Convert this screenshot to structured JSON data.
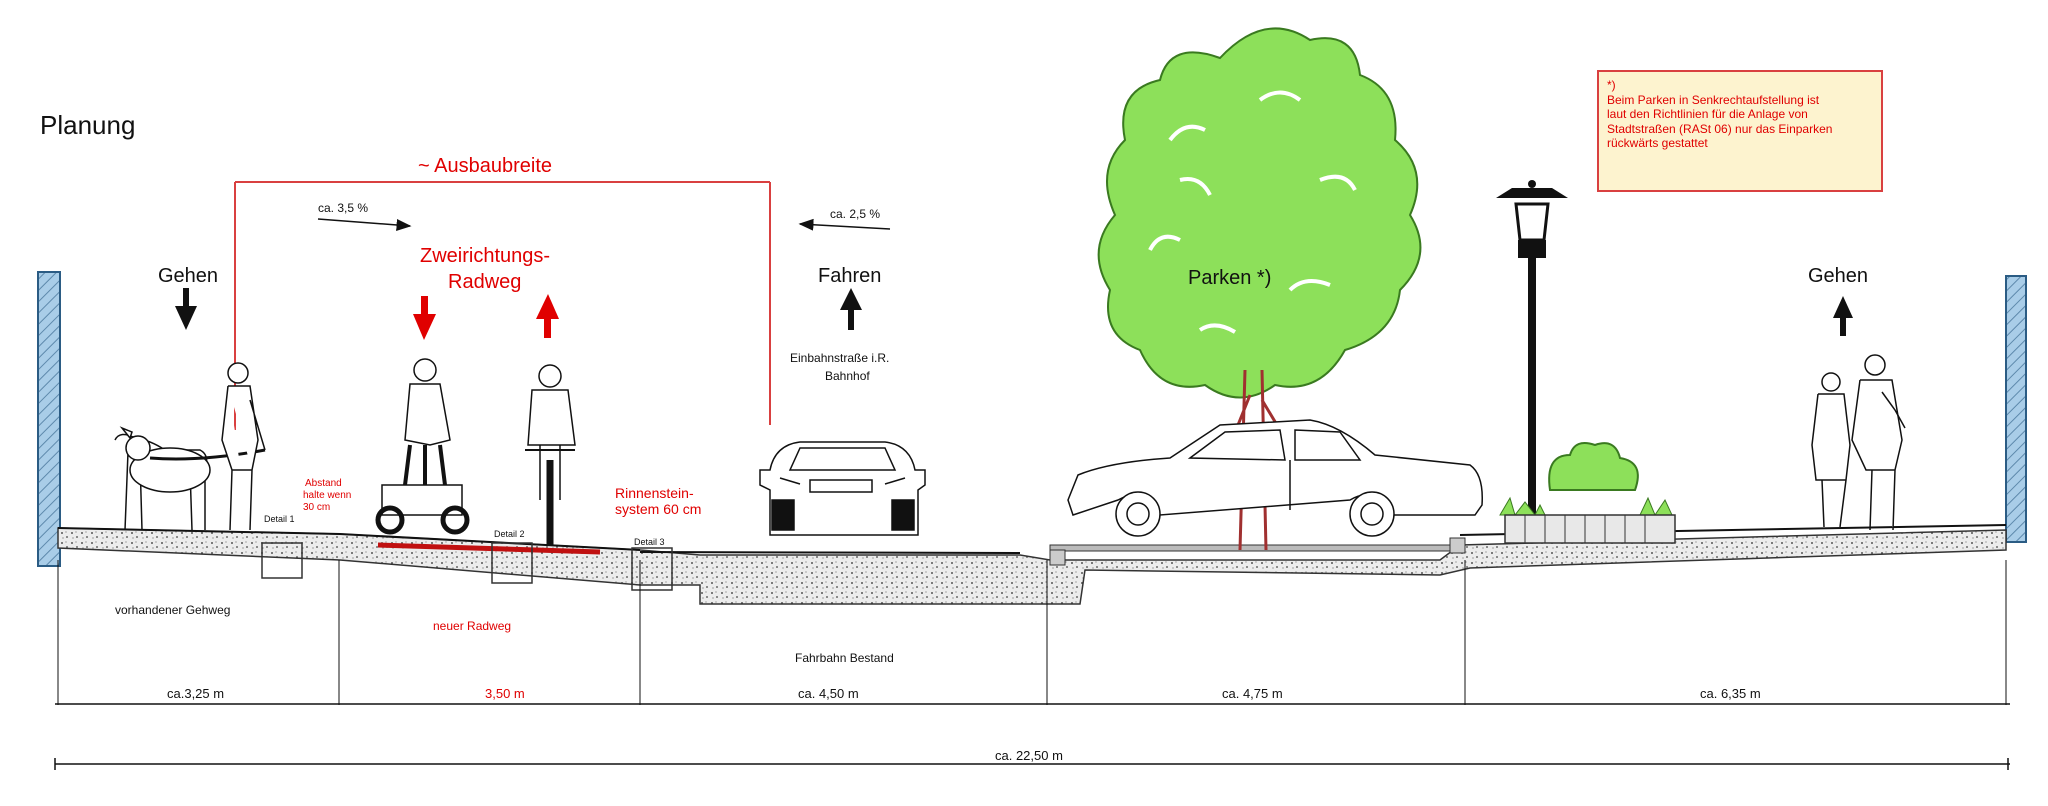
{
  "title": "Planung",
  "ausbaubreite_label": "~ Ausbaubreite",
  "slope_left": "ca. 3,5 %",
  "slope_right": "ca. 2,5 %",
  "labels": {
    "gehen_left": "Gehen",
    "radweg_line1": "Zweirichtungs-",
    "radweg_line2": "Radweg",
    "fahren": "Fahren",
    "einbahn_line1": "Einbahnstraße i.R.",
    "einbahn_line2": "Bahnhof",
    "parken": "Parken *)",
    "gehen_right": "Gehen"
  },
  "annotations": {
    "abstand_line1": "Abstand",
    "abstand_line2": "halte wenn",
    "abstand_line3": "30 cm",
    "detail1": "Detail 1",
    "detail2": "Detail 2",
    "detail3": "Detail 3",
    "rinnen_line1": "Rinnenstein-",
    "rinnen_line2": "system 60 cm"
  },
  "surfaces": {
    "vorhandener_gehweg": "vorhandener Gehweg",
    "neuer_radweg": "neuer Radweg",
    "fahrbahn_bestand": "Fahrbahn Bestand"
  },
  "dimensions": {
    "d1": "ca.3,25 m",
    "d2": "3,50 m",
    "d3": "ca. 4,50 m",
    "d4": "ca. 4,75 m",
    "d5": "ca. 6,35 m",
    "total": "ca. 22,50 m"
  },
  "note": {
    "line1": "*)",
    "line2": "Beim Parken in Senkrechtaufstellung ist",
    "line3": "laut den Richtlinien für die Anlage von",
    "line4": "Stadtstraßen (RASt 06) nur das Einparken",
    "line5": "rückwärts gestattet"
  },
  "colors": {
    "accent_red": "#e00000",
    "tree_green": "#8de05a",
    "wall_blue": "#a9cde8",
    "note_bg": "#fdf3cf"
  }
}
